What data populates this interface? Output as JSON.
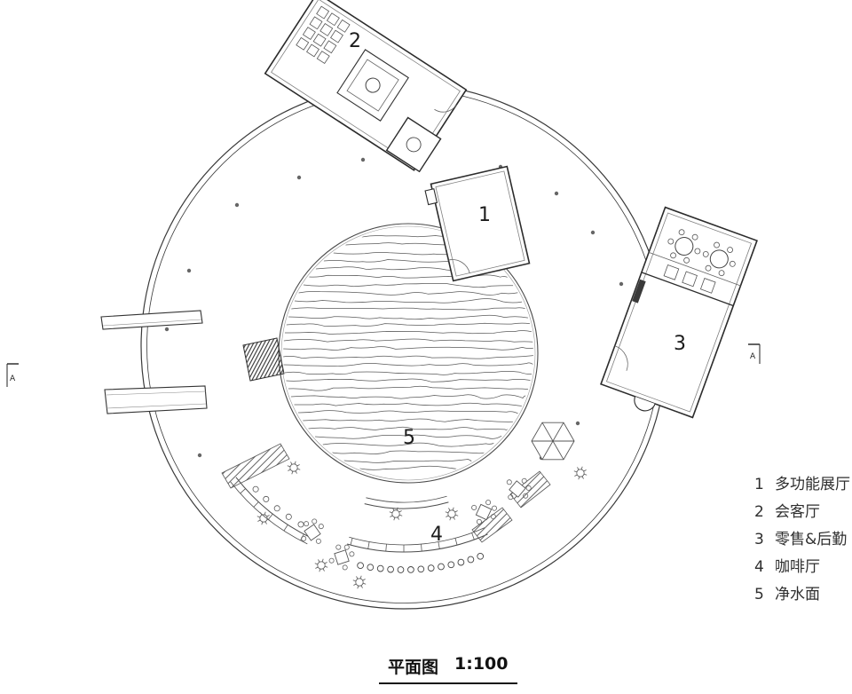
{
  "colors": {
    "ink": "#333333",
    "background": "#ffffff"
  },
  "plan": {
    "area_labels": [
      "1",
      "2",
      "3",
      "4",
      "5"
    ],
    "section_marker_label": "A"
  },
  "legend": {
    "items": [
      {
        "num": "1",
        "label": "多功能展厅"
      },
      {
        "num": "2",
        "label": "会客厅"
      },
      {
        "num": "3",
        "label": "零售&后勤"
      },
      {
        "num": "4",
        "label": "咖啡厅"
      },
      {
        "num": "5",
        "label": "净水面"
      }
    ]
  },
  "title": {
    "text": "平面图",
    "scale": "1:100"
  }
}
